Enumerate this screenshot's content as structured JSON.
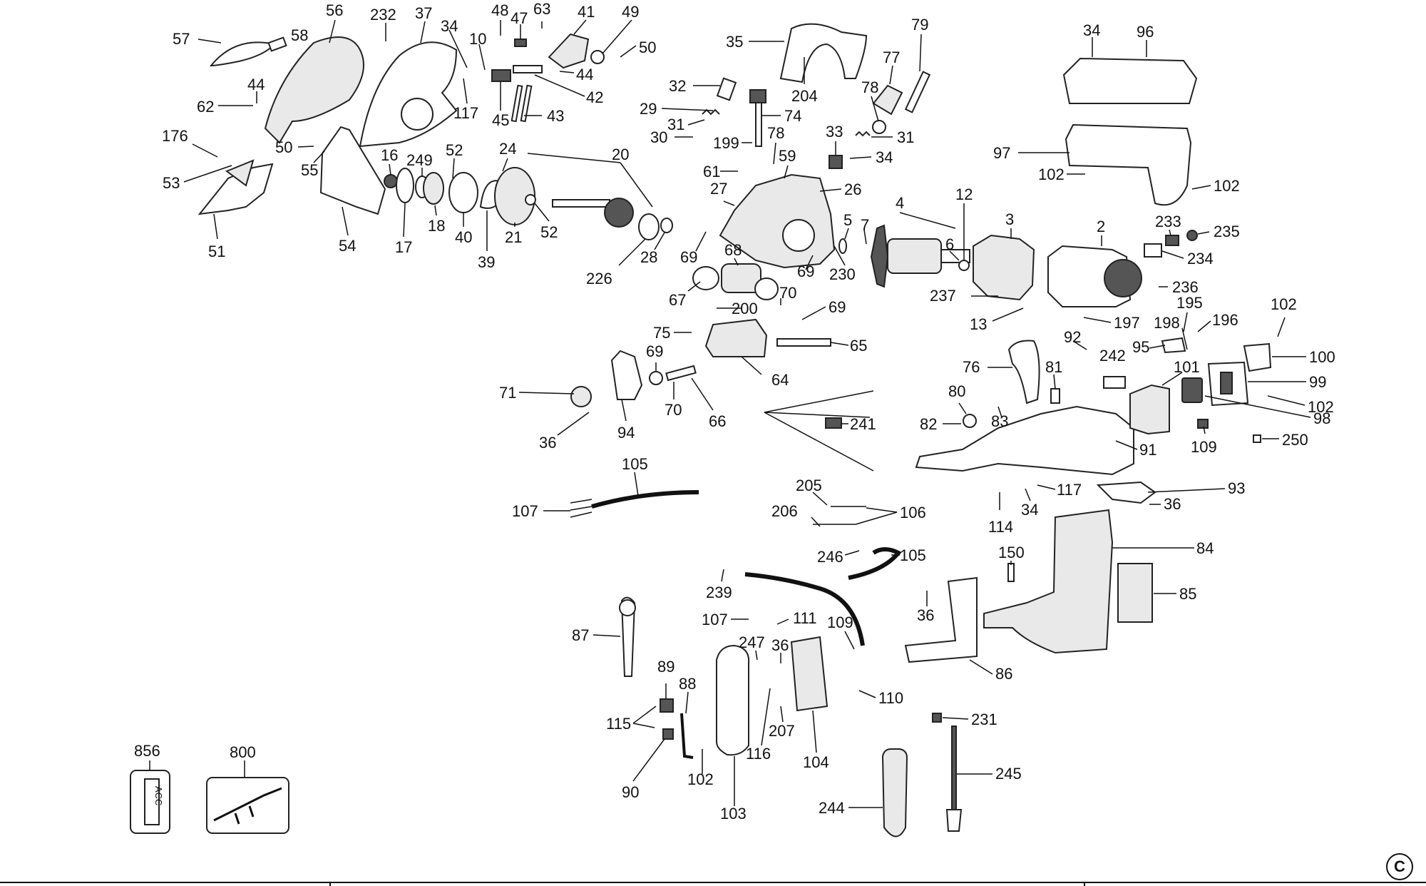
{
  "copyright_symbol": "C",
  "kit_acc_text": "ACC",
  "callouts": [
    {
      "id": "57",
      "label": "57"
    },
    {
      "id": "56",
      "label": "56"
    },
    {
      "id": "58",
      "label": "58"
    },
    {
      "id": "232",
      "label": "232"
    },
    {
      "id": "37",
      "label": "37"
    },
    {
      "id": "34a",
      "label": "34"
    },
    {
      "id": "48",
      "label": "48"
    },
    {
      "id": "47",
      "label": "47"
    },
    {
      "id": "63",
      "label": "63"
    },
    {
      "id": "41",
      "label": "41"
    },
    {
      "id": "49",
      "label": "49"
    },
    {
      "id": "10",
      "label": "10"
    },
    {
      "id": "50a",
      "label": "50"
    },
    {
      "id": "44a",
      "label": "44"
    },
    {
      "id": "42",
      "label": "42"
    },
    {
      "id": "44b",
      "label": "44"
    },
    {
      "id": "62",
      "label": "62"
    },
    {
      "id": "117a",
      "label": "117"
    },
    {
      "id": "45",
      "label": "45"
    },
    {
      "id": "43",
      "label": "43"
    },
    {
      "id": "176",
      "label": "176"
    },
    {
      "id": "50b",
      "label": "50"
    },
    {
      "id": "53",
      "label": "53"
    },
    {
      "id": "55",
      "label": "55"
    },
    {
      "id": "16",
      "label": "16"
    },
    {
      "id": "249",
      "label": "249"
    },
    {
      "id": "52a",
      "label": "52"
    },
    {
      "id": "24",
      "label": "24"
    },
    {
      "id": "20",
      "label": "20"
    },
    {
      "id": "51",
      "label": "51"
    },
    {
      "id": "54",
      "label": "54"
    },
    {
      "id": "17",
      "label": "17"
    },
    {
      "id": "18",
      "label": "18"
    },
    {
      "id": "40",
      "label": "40"
    },
    {
      "id": "39",
      "label": "39"
    },
    {
      "id": "21",
      "label": "21"
    },
    {
      "id": "52b",
      "label": "52"
    },
    {
      "id": "226",
      "label": "226"
    },
    {
      "id": "28",
      "label": "28"
    },
    {
      "id": "35",
      "label": "35"
    },
    {
      "id": "79",
      "label": "79"
    },
    {
      "id": "77",
      "label": "77"
    },
    {
      "id": "204",
      "label": "204"
    },
    {
      "id": "32",
      "label": "32"
    },
    {
      "id": "78a",
      "label": "78"
    },
    {
      "id": "29",
      "label": "29"
    },
    {
      "id": "74",
      "label": "74"
    },
    {
      "id": "31a",
      "label": "31"
    },
    {
      "id": "30",
      "label": "30"
    },
    {
      "id": "199",
      "label": "199"
    },
    {
      "id": "78b",
      "label": "78"
    },
    {
      "id": "33",
      "label": "33"
    },
    {
      "id": "31b",
      "label": "31"
    },
    {
      "id": "59",
      "label": "59"
    },
    {
      "id": "34b",
      "label": "34"
    },
    {
      "id": "61",
      "label": "61"
    },
    {
      "id": "27",
      "label": "27"
    },
    {
      "id": "26",
      "label": "26"
    },
    {
      "id": "4",
      "label": "4"
    },
    {
      "id": "12",
      "label": "12"
    },
    {
      "id": "3",
      "label": "3"
    },
    {
      "id": "2",
      "label": "2"
    },
    {
      "id": "5",
      "label": "5"
    },
    {
      "id": "7",
      "label": "7"
    },
    {
      "id": "6",
      "label": "6"
    },
    {
      "id": "69a",
      "label": "69"
    },
    {
      "id": "68",
      "label": "68"
    },
    {
      "id": "69b",
      "label": "69"
    },
    {
      "id": "230",
      "label": "230"
    },
    {
      "id": "67",
      "label": "67"
    },
    {
      "id": "70a",
      "label": "70"
    },
    {
      "id": "200",
      "label": "200"
    },
    {
      "id": "69c",
      "label": "69"
    },
    {
      "id": "75",
      "label": "75"
    },
    {
      "id": "65",
      "label": "65"
    },
    {
      "id": "64",
      "label": "64"
    },
    {
      "id": "69d",
      "label": "69"
    },
    {
      "id": "71",
      "label": "71"
    },
    {
      "id": "94",
      "label": "94"
    },
    {
      "id": "70b",
      "label": "70"
    },
    {
      "id": "66",
      "label": "66"
    },
    {
      "id": "36a",
      "label": "36"
    },
    {
      "id": "34c",
      "label": "34"
    },
    {
      "id": "96",
      "label": "96"
    },
    {
      "id": "97",
      "label": "97"
    },
    {
      "id": "102a",
      "label": "102"
    },
    {
      "id": "102b",
      "label": "102"
    },
    {
      "id": "233",
      "label": "233"
    },
    {
      "id": "235",
      "label": "235"
    },
    {
      "id": "234",
      "label": "234"
    },
    {
      "id": "236",
      "label": "236"
    },
    {
      "id": "237",
      "label": "237"
    },
    {
      "id": "195",
      "label": "195"
    },
    {
      "id": "13",
      "label": "13"
    },
    {
      "id": "197",
      "label": "197"
    },
    {
      "id": "198",
      "label": "198"
    },
    {
      "id": "196",
      "label": "196"
    },
    {
      "id": "102c",
      "label": "102"
    },
    {
      "id": "92",
      "label": "92"
    },
    {
      "id": "95",
      "label": "95"
    },
    {
      "id": "100",
      "label": "100"
    },
    {
      "id": "76",
      "label": "76"
    },
    {
      "id": "242",
      "label": "242"
    },
    {
      "id": "81",
      "label": "81"
    },
    {
      "id": "101",
      "label": "101"
    },
    {
      "id": "99",
      "label": "99"
    },
    {
      "id": "80",
      "label": "80"
    },
    {
      "id": "102d",
      "label": "102"
    },
    {
      "id": "82",
      "label": "82"
    },
    {
      "id": "83",
      "label": "83"
    },
    {
      "id": "98",
      "label": "98"
    },
    {
      "id": "241",
      "label": "241"
    },
    {
      "id": "109a",
      "label": "109"
    },
    {
      "id": "250",
      "label": "250"
    },
    {
      "id": "91",
      "label": "91"
    },
    {
      "id": "105a",
      "label": "105"
    },
    {
      "id": "117b",
      "label": "117"
    },
    {
      "id": "93",
      "label": "93"
    },
    {
      "id": "107a",
      "label": "107"
    },
    {
      "id": "205",
      "label": "205"
    },
    {
      "id": "114",
      "label": "114"
    },
    {
      "id": "34d",
      "label": "34"
    },
    {
      "id": "36b",
      "label": "36"
    },
    {
      "id": "206",
      "label": "206"
    },
    {
      "id": "106",
      "label": "106"
    },
    {
      "id": "246",
      "label": "246"
    },
    {
      "id": "105b",
      "label": "105"
    },
    {
      "id": "84",
      "label": "84"
    },
    {
      "id": "150",
      "label": "150"
    },
    {
      "id": "239",
      "label": "239"
    },
    {
      "id": "85",
      "label": "85"
    },
    {
      "id": "36c",
      "label": "36"
    },
    {
      "id": "87",
      "label": "87"
    },
    {
      "id": "107b",
      "label": "107"
    },
    {
      "id": "111",
      "label": "111"
    },
    {
      "id": "109b",
      "label": "109"
    },
    {
      "id": "247",
      "label": "247"
    },
    {
      "id": "36d",
      "label": "36"
    },
    {
      "id": "86",
      "label": "86"
    },
    {
      "id": "89",
      "label": "89"
    },
    {
      "id": "88",
      "label": "88"
    },
    {
      "id": "110",
      "label": "110"
    },
    {
      "id": "115",
      "label": "115"
    },
    {
      "id": "207",
      "label": "207"
    },
    {
      "id": "116",
      "label": "116"
    },
    {
      "id": "104",
      "label": "104"
    },
    {
      "id": "231",
      "label": "231"
    },
    {
      "id": "856",
      "label": "856"
    },
    {
      "id": "800",
      "label": "800"
    },
    {
      "id": "245",
      "label": "245"
    },
    {
      "id": "102e",
      "label": "102"
    },
    {
      "id": "90",
      "label": "90"
    },
    {
      "id": "103",
      "label": "103"
    },
    {
      "id": "244",
      "label": "244"
    }
  ]
}
